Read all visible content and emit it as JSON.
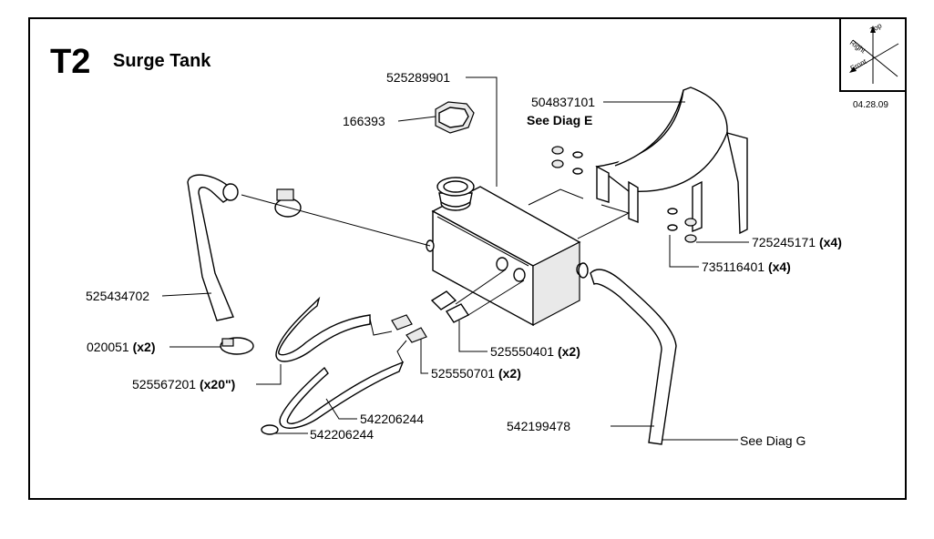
{
  "header": {
    "code": "T2",
    "title": "Surge Tank",
    "date": "04.28.09"
  },
  "orientation": {
    "top": "Top",
    "right": "Right",
    "front": "Front"
  },
  "callouts": [
    {
      "id": "c1",
      "part": "525289901",
      "qty": ""
    },
    {
      "id": "c2",
      "part": "166393",
      "qty": ""
    },
    {
      "id": "c3",
      "part": "504837101",
      "qty": "",
      "note": "See Diag E"
    },
    {
      "id": "c4",
      "part": "525434702",
      "qty": ""
    },
    {
      "id": "c5",
      "part": "020051",
      "qty": "(x2)"
    },
    {
      "id": "c6",
      "part": "525567201",
      "qty": "(x20\")"
    },
    {
      "id": "c7",
      "part": "525550401",
      "qty": "(x2)"
    },
    {
      "id": "c8",
      "part": "525550701",
      "qty": "(x2)"
    },
    {
      "id": "c9",
      "part": "542206244",
      "qty": ""
    },
    {
      "id": "c10",
      "part": "542206244",
      "qty": ""
    },
    {
      "id": "c11",
      "part": "542199478",
      "qty": ""
    },
    {
      "id": "c12",
      "part": "725245171",
      "qty": "(x4)"
    },
    {
      "id": "c13",
      "part": "735116401",
      "qty": "(x4)"
    }
  ],
  "references": {
    "diag_g": "See Diag G"
  }
}
